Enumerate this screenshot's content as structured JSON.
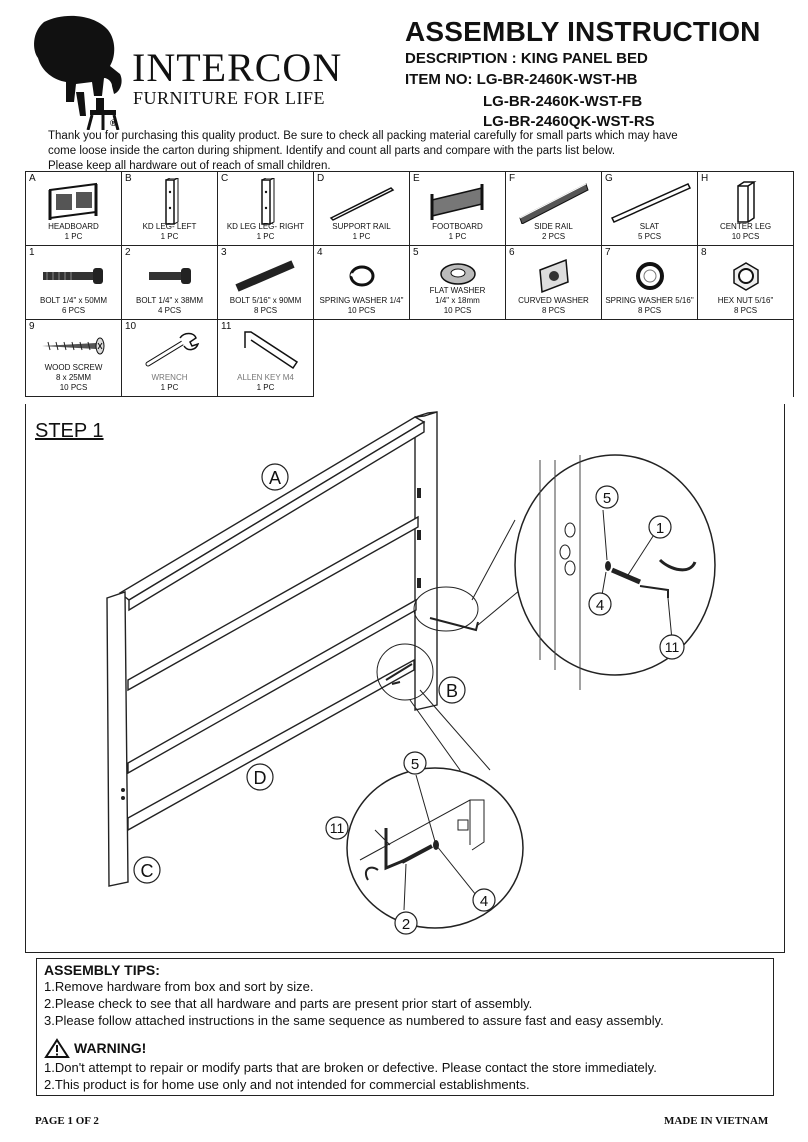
{
  "brand": {
    "name": "INTERCON",
    "tagline": "FURNITURE FOR LIFE",
    "registered": "®"
  },
  "header": {
    "title": "ASSEMBLY INSTRUCTION",
    "description": "DESCRIPTION : KING PANEL BED",
    "item_label": "ITEM NO: LG-BR-2460K-WST-HB",
    "item_2": "LG-BR-2460K-WST-FB",
    "item_3": "LG-BR-2460QK-WST-RS"
  },
  "intro": [
    "Thank you for purchasing this quality product. Be sure to check all packing material carefully for small parts which may have",
    "come loose inside the carton during shipment. Identify and count all parts and compare with the parts list below.",
    "Please keep all hardware out of reach of small children."
  ],
  "parts_row1": [
    {
      "id": "A",
      "icon": "headboard-icon",
      "name": "HEADBOARD",
      "qty": "1 PC"
    },
    {
      "id": "B",
      "icon": "leg-icon",
      "name": "KD LEG- LEFT",
      "qty": "1 PC"
    },
    {
      "id": "C",
      "icon": "leg-icon",
      "name": "KD LEG LEG- RIGHT",
      "qty": "1 PC"
    },
    {
      "id": "D",
      "icon": "rail-icon",
      "name": "SUPPORT RAIL",
      "qty": "1 PC"
    },
    {
      "id": "E",
      "icon": "footboard-icon",
      "name": "FOOTBOARD",
      "qty": "1 PC"
    },
    {
      "id": "F",
      "icon": "side-rail-icon",
      "name": "SIDE RAIL",
      "qty": "2 PCS"
    },
    {
      "id": "G",
      "icon": "slat-icon",
      "name": "SLAT",
      "qty": "5 PCS"
    },
    {
      "id": "H",
      "icon": "center-leg-icon",
      "name": "CENTER LEG",
      "qty": "10 PCS"
    }
  ],
  "parts_row2": [
    {
      "id": "1",
      "icon": "bolt-icon",
      "name": "BOLT  1/4\" x 50MM",
      "qty": "6 PCS"
    },
    {
      "id": "2",
      "icon": "bolt-icon",
      "name": "BOLT  1/4\" x 38MM",
      "qty": "4 PCS"
    },
    {
      "id": "3",
      "icon": "bolt-icon",
      "name": "BOLT  5/16\" x 90MM",
      "qty": "8 PCS"
    },
    {
      "id": "4",
      "icon": "spring-washer-icon",
      "name": "SPRING WASHER 1/4\"",
      "qty": "10 PCS"
    },
    {
      "id": "5",
      "icon": "flat-washer-icon",
      "name": "FLAT WASHER",
      "name2": "1/4\" x 18mm",
      "qty": "10 PCS"
    },
    {
      "id": "6",
      "icon": "curved-washer-icon",
      "name": "CURVED WASHER",
      "qty": "8 PCS"
    },
    {
      "id": "7",
      "icon": "spring-washer-icon",
      "name": "SPRING WASHER 5/16\"",
      "qty": "8 PCS"
    },
    {
      "id": "8",
      "icon": "hex-nut-icon",
      "name": "HEX NUT 5/16\"",
      "qty": "8 PCS"
    }
  ],
  "parts_row3": [
    {
      "id": "9",
      "icon": "wood-screw-icon",
      "name": "WOOD SCREW",
      "name2": "8 x 25MM",
      "qty": "10 PCS"
    },
    {
      "id": "10",
      "icon": "wrench-icon",
      "name": "WRENCH",
      "qty": "1 PC"
    },
    {
      "id": "11",
      "icon": "allen-key-icon",
      "name": "ALLEN KEY M4",
      "qty": "1 PC"
    }
  ],
  "step": {
    "title": "STEP 1",
    "callouts": {
      "a": "A",
      "b": "B",
      "c": "C",
      "d": "D",
      "n5a": "5",
      "n1": "1",
      "n4a": "4",
      "n11a": "11",
      "n5b": "5",
      "n11b": "11",
      "n4b": "4",
      "n2": "2"
    }
  },
  "tips": {
    "title": "ASSEMBLY TIPS:",
    "items": [
      "1.Remove hardware from box and sort by size.",
      "2.Please check to see that all hardware and parts are present prior start of assembly.",
      "3.Please follow attached instructions in the same sequence as numbered to assure fast and easy assembly."
    ],
    "warning_title": "WARNING!",
    "warnings": [
      "1.Don't attempt to repair or modify parts that are broken or defective. Please contact the store immediately.",
      "2.This product is for home use only and not intended for commercial establishments."
    ]
  },
  "footer": {
    "page": "PAGE 1 OF 2",
    "origin": "MADE IN VIETNAM"
  }
}
